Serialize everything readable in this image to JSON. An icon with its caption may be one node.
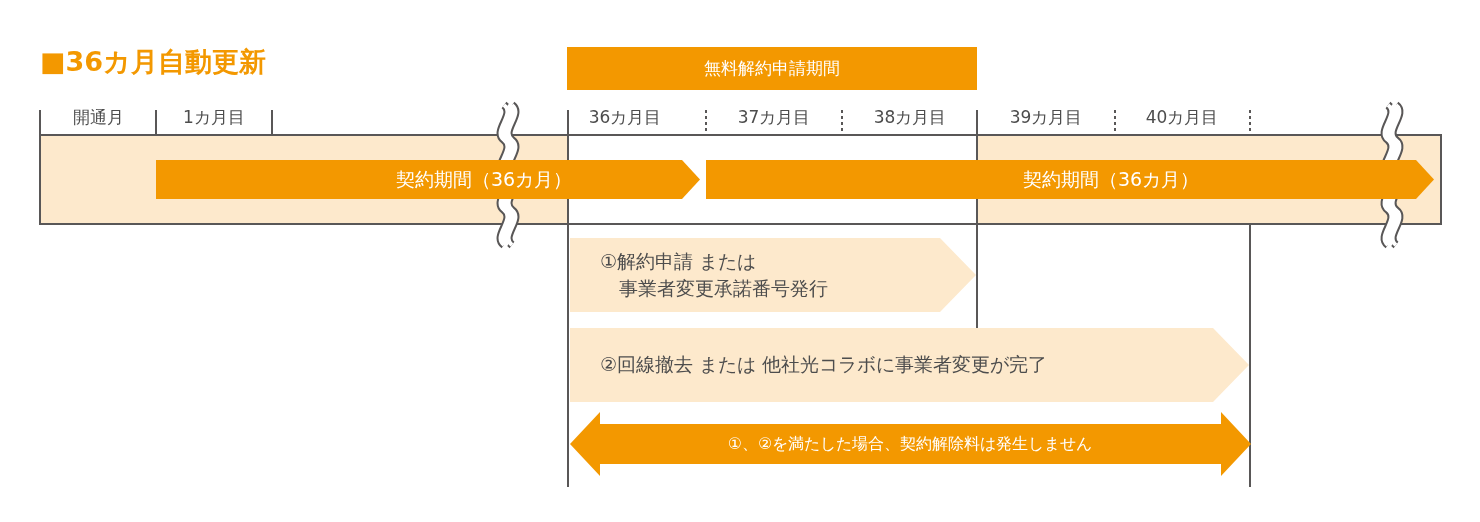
{
  "diagram": {
    "title": "■36カ月自動更新",
    "nodes": [
      {
        "text": [
          "無料解約申請期間"
        ]
      },
      {
        "text": [
          "契約期間（36カ月）"
        ]
      },
      {
        "text": [
          "契約期間（36カ月）"
        ]
      },
      {
        "text": [
          "①解約申請 または",
          "事業者変更承諾番号発行"
        ]
      },
      {
        "text": [
          "②回線撤去 または 他社光コラボに事業者変更が完了"
        ]
      },
      {
        "text": [
          "①、②を満たした場合、契約解除料は発生しません"
        ]
      }
    ],
    "labels": [
      "開通月",
      "1カ月目",
      "36カ月目",
      "37カ月目",
      "38カ月目",
      "39カ月目",
      "40カ月目"
    ]
  }
}
